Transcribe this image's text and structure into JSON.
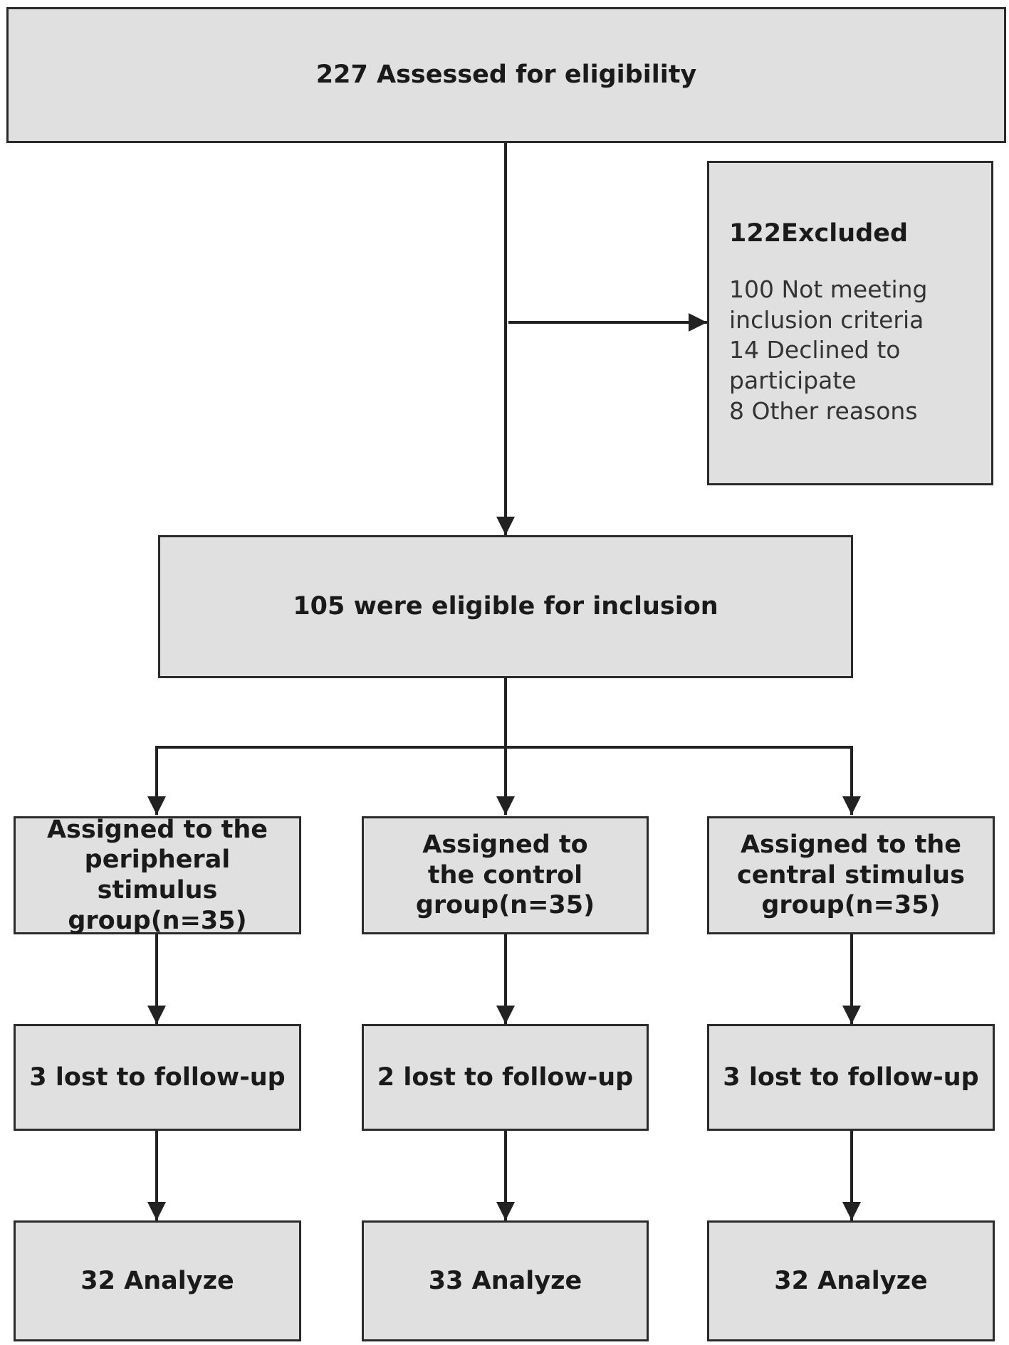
{
  "colors": {
    "box_fill": "#e0e0e0",
    "box_border": "#2b2b2b",
    "connector": "#222222",
    "text": "#1a1a1a"
  },
  "assessed": {
    "text": "227 Assessed for eligibility"
  },
  "excluded": {
    "title": "122Excluded",
    "reasons": [
      "100 Not meeting inclusion criteria",
      "14 Declined to participate",
      "8 Other reasons"
    ]
  },
  "eligible": {
    "text": "105 were eligible for inclusion"
  },
  "groups": [
    {
      "assigned": "Assigned to the peripheral stimulus group(n=35)",
      "lost": "3 lost to follow-up",
      "analyze": "32 Analyze"
    },
    {
      "assigned": "Assigned to the control group(n=35)",
      "lost": "2 lost to follow-up",
      "analyze": "33 Analyze"
    },
    {
      "assigned": "Assigned to the central stimulus group(n=35)",
      "lost": "3 lost to follow-up",
      "analyze": "32 Analyze"
    }
  ]
}
